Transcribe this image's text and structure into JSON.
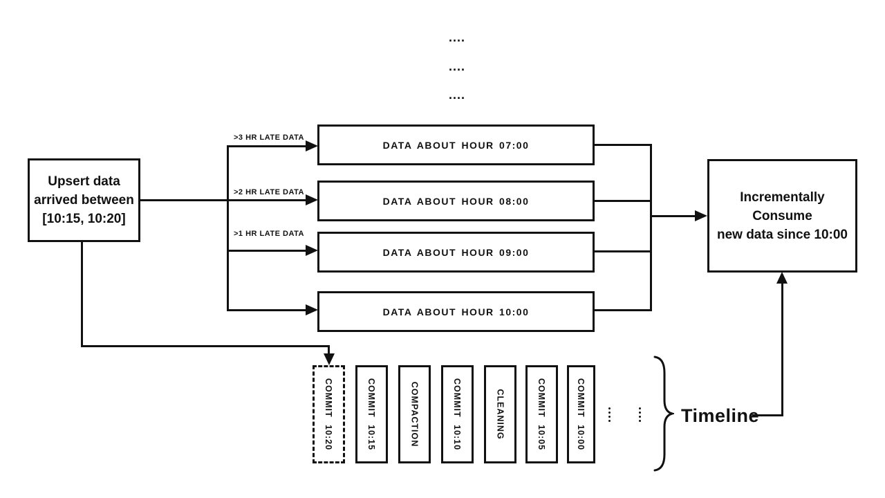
{
  "diagram": {
    "background": "#ffffff",
    "ink_color": "#111111",
    "top_ellipsis": [
      "....",
      "....",
      "...."
    ],
    "left_box": {
      "lines": [
        "Upsert data",
        "arrived between",
        "[10:15, 10:20]"
      ]
    },
    "branch_labels": [
      ">3 HR LATE DATA",
      ">2 HR LATE DATA",
      ">1 HR LATE DATA"
    ],
    "data_boxes": [
      "DATA ABOUT HOUR 07:00",
      "DATA ABOUT HOUR 08:00",
      "DATA ABOUT HOUR 09:00",
      "DATA ABOUT HOUR 10:00"
    ],
    "consume_box": {
      "lines": [
        "Incrementally Consume",
        "new data since 10:00"
      ]
    },
    "timeline": {
      "label": "Timeline",
      "entries": [
        {
          "label": "COMMIT 10:20",
          "style": "dashed"
        },
        {
          "label": "COMMIT 10:15",
          "style": "solid"
        },
        {
          "label": "COMPACTION",
          "style": "solid"
        },
        {
          "label": "COMMIT 10:10",
          "style": "solid"
        },
        {
          "label": "CLEANING",
          "style": "solid"
        },
        {
          "label": "COMMIT 10:05",
          "style": "solid"
        },
        {
          "label": "COMMIT 10:00",
          "style": "solid"
        }
      ]
    }
  }
}
